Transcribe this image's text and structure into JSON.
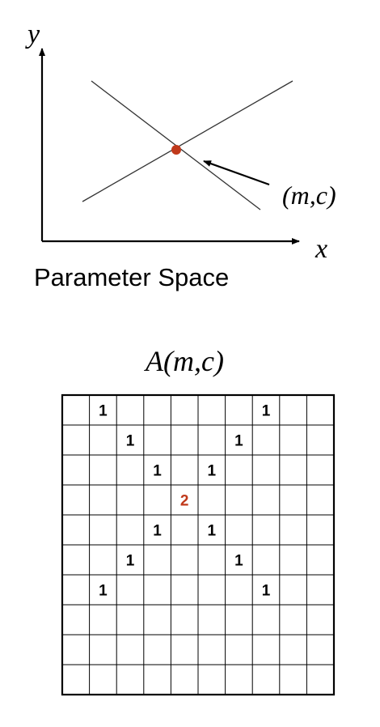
{
  "parameter_space": {
    "y_axis_label": "y",
    "x_axis_label": "x",
    "point_label": "(m,c)",
    "caption": "Parameter Space",
    "point_color": "#c0391b",
    "line_color": "#333333"
  },
  "accumulator": {
    "title": "A(m,c)",
    "rows": 10,
    "cols": 10,
    "normal_color": "#000000",
    "highlight_color": "#c0391b",
    "cells": [
      {
        "row": 0,
        "col": 1,
        "value": "1"
      },
      {
        "row": 0,
        "col": 7,
        "value": "1"
      },
      {
        "row": 1,
        "col": 2,
        "value": "1"
      },
      {
        "row": 1,
        "col": 6,
        "value": "1"
      },
      {
        "row": 2,
        "col": 3,
        "value": "1"
      },
      {
        "row": 2,
        "col": 5,
        "value": "1"
      },
      {
        "row": 3,
        "col": 4,
        "value": "2",
        "highlight": true
      },
      {
        "row": 4,
        "col": 3,
        "value": "1"
      },
      {
        "row": 4,
        "col": 5,
        "value": "1"
      },
      {
        "row": 5,
        "col": 2,
        "value": "1"
      },
      {
        "row": 5,
        "col": 6,
        "value": "1"
      },
      {
        "row": 6,
        "col": 1,
        "value": "1"
      },
      {
        "row": 6,
        "col": 7,
        "value": "1"
      }
    ]
  }
}
